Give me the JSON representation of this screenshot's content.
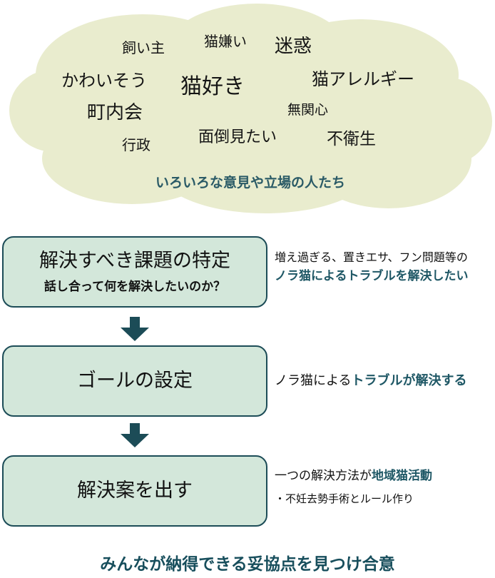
{
  "page": {
    "background": "#ffffff"
  },
  "cloud": {
    "fill": "#e9ecce",
    "caption": "いろいろな意見や立場の人たち",
    "caption_color": "#2a5a66",
    "words": [
      "飼い主",
      "猫嫌い",
      "迷惑",
      "かわいそう",
      "猫好き",
      "猫アレルギー",
      "町内会",
      "無関心",
      "行政",
      "面倒見たい",
      "不衛生"
    ]
  },
  "flow": {
    "box_fill": "#d3e7da",
    "box_border": "#1c4c57",
    "arrow_color": "#1c4c57",
    "highlight_color": "#1e5765",
    "steps": [
      {
        "title": "解決すべき課題の特定",
        "subtitle": "話し合って何を解決したいのか？",
        "note": {
          "line1_plain": "増え過ぎる、置きエサ、フン問題等の",
          "line2_highlight": "ノラ猫によるトラブルを解決したい"
        }
      },
      {
        "title": "ゴールの設定",
        "note": {
          "line1_plain": "ノラ猫による",
          "line1_highlight": "トラブルが解決する"
        }
      },
      {
        "title": "解決案を出す",
        "note": {
          "line1_plain": "一つの解決方法が",
          "line1_highlight": "地域猫活動",
          "line2_plain": "・不妊去勢手術とルール作り"
        }
      }
    ]
  },
  "footer": {
    "text": "みんなが納得できる妥協点を見つけ合意",
    "color": "#174e5c"
  }
}
